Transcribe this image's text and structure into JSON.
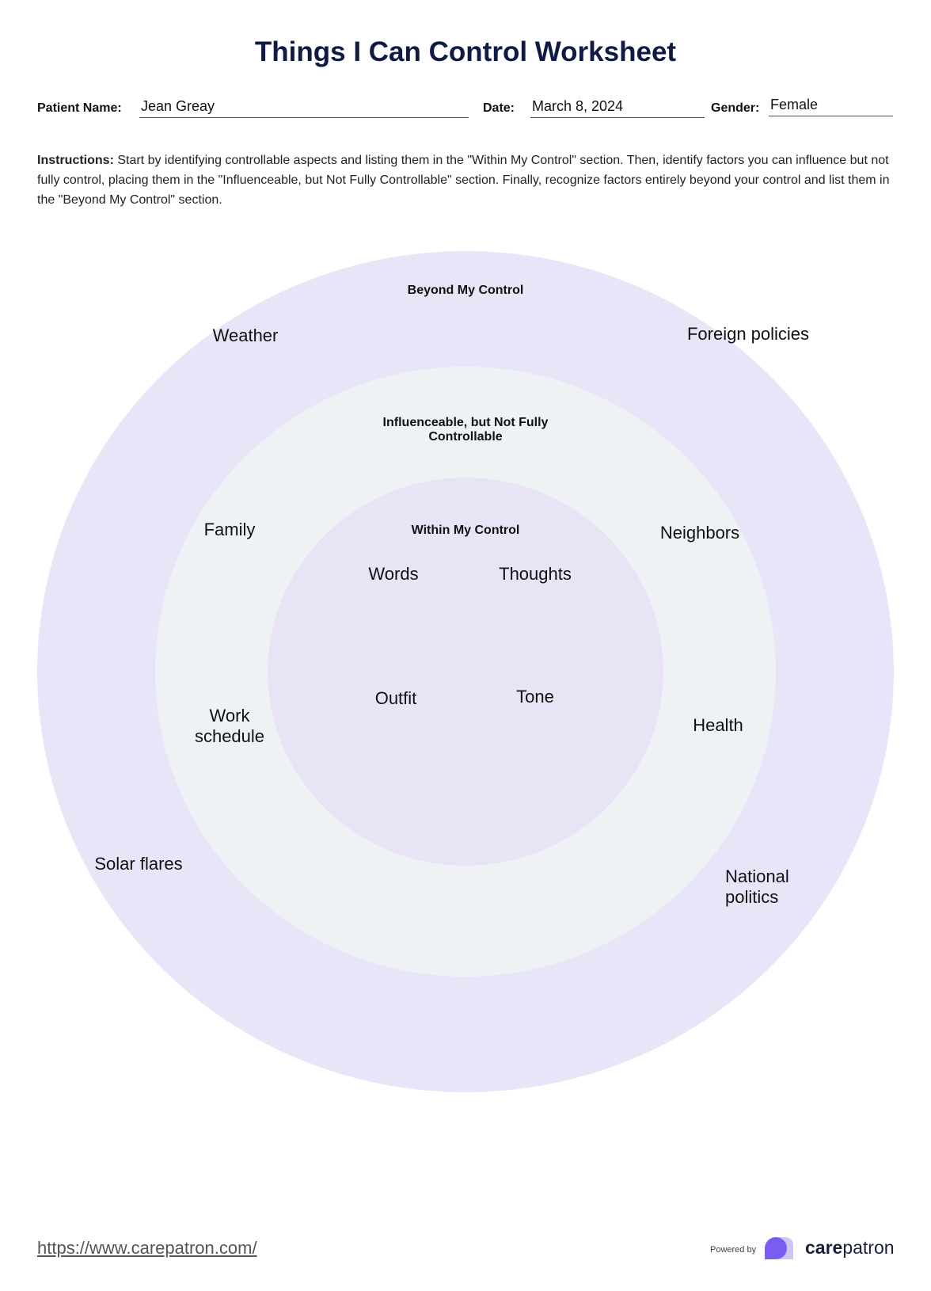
{
  "title": "Things I Can Control Worksheet",
  "form": {
    "patient_name_label": "Patient Name:",
    "patient_name": "Jean Greay",
    "date_label": "Date:",
    "date": "March 8, 2024",
    "gender_label": "Gender:",
    "gender": "Female"
  },
  "instructions": {
    "label": "Instructions:",
    "text": " Start by identifying controllable aspects and listing them in the \"Within My Control\" section. Then, identify factors you can influence but not fully control, placing them in the \"Influenceable, but Not Fully Controllable\" section. Finally, recognize factors entirely beyond your control and list them in the \"Beyond My Control\" section."
  },
  "diagram": {
    "beyond": {
      "heading": "Beyond My Control",
      "items": [
        "Weather",
        "Foreign policies",
        "Solar flares",
        "National politics"
      ]
    },
    "influenceable": {
      "heading": "Influenceable, but Not Fully Controllable",
      "items": [
        "Family",
        "Neighbors",
        "Work schedule",
        "Health"
      ]
    },
    "within": {
      "heading": "Within My Control",
      "items": [
        "Words",
        "Thoughts",
        "Outfit",
        "Tone"
      ]
    },
    "colors": {
      "outer": "#e9e5f8",
      "middle": "#eff2f5",
      "inner": "#e8e4f6"
    }
  },
  "footer": {
    "url": "https://www.carepatron.com/",
    "powered_by": "Powered by",
    "brand_bold": "care",
    "brand_light": "patron"
  }
}
